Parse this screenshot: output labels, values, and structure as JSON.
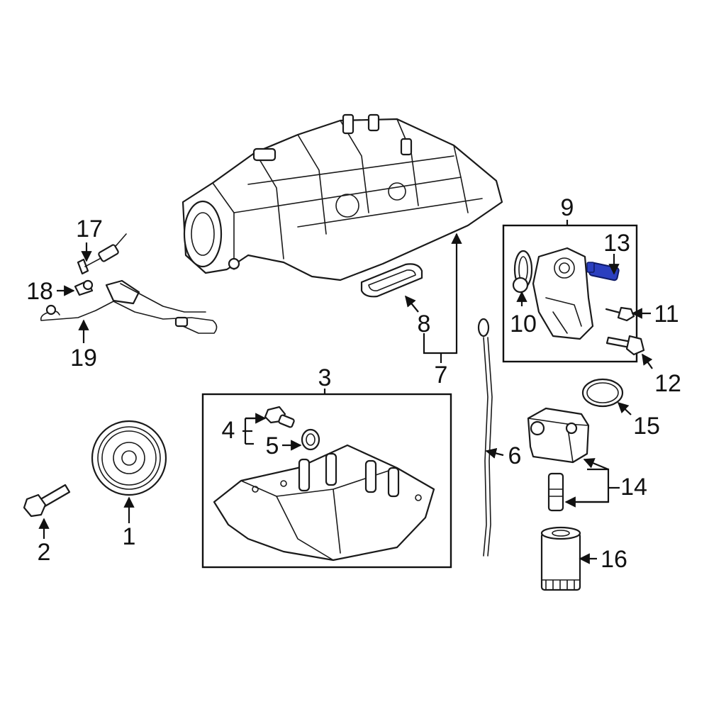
{
  "callouts": {
    "c1": "1",
    "c2": "2",
    "c3": "3",
    "c4": "4",
    "c5": "5",
    "c6": "6",
    "c7": "7",
    "c8": "8",
    "c9": "9",
    "c10": "10",
    "c11": "11",
    "c12": "12",
    "c13": "13",
    "c14": "14",
    "c15": "15",
    "c16": "16",
    "c17": "17",
    "c18": "18",
    "c19": "19"
  },
  "colors": {
    "line": "#1a1a1a",
    "highlight_part": "#2b3fbf",
    "background": "#ffffff"
  }
}
